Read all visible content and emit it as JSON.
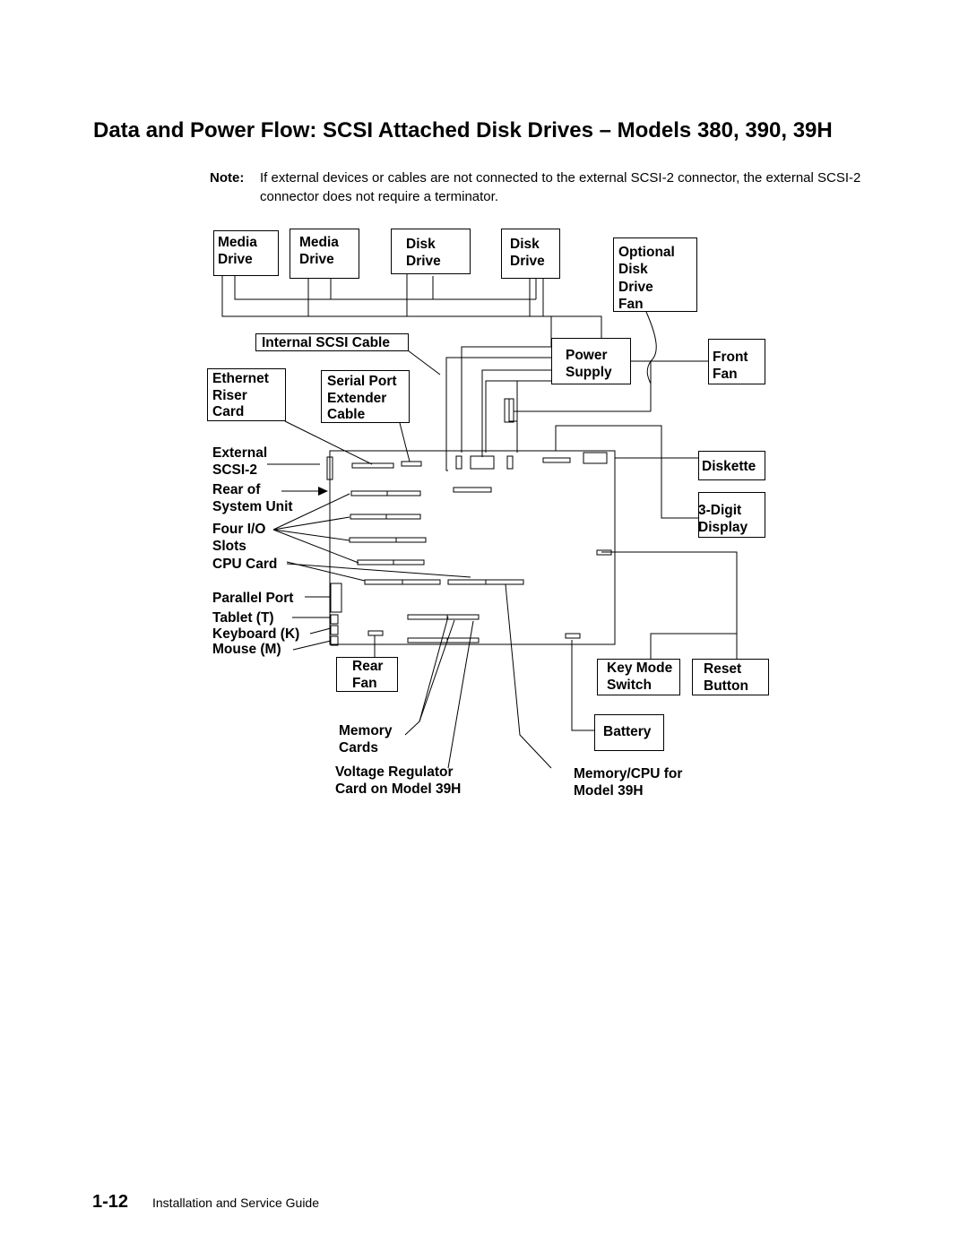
{
  "title": "Data and Power Flow: SCSI Attached Disk Drives – Models 380, 390, 39H",
  "note": {
    "label": "Note:",
    "text": "If external devices or cables are not connected to the external SCSI-2 connector, the external SCSI-2 connector does not require a terminator."
  },
  "labels": {
    "media_drive_1": "Media\nDrive",
    "media_drive_2": "Media\nDrive",
    "disk_drive_1": "Disk\nDrive",
    "disk_drive_2": "Disk\nDrive",
    "optional_fan": "Optional\nDisk\nDrive\nFan",
    "internal_scsi_cable": "Internal SCSI Cable",
    "power_supply": "Power\nSupply",
    "front_fan": "Front\nFan",
    "ethernet_riser": "Ethernet\nRiser\nCard",
    "serial_port_extender": "Serial Port\nExtender\nCable",
    "external_scsi": "External\nSCSI-2",
    "diskette": "Diskette",
    "rear_of_system": "Rear of\nSystem Unit",
    "three_digit_display": "3-Digit\nDisplay",
    "four_io_slots": "Four I/O\nSlots",
    "cpu_card": "CPU Card",
    "parallel_port": "Parallel Port",
    "tablet": "Tablet (T)",
    "keyboard": "Keyboard (K)",
    "mouse": "Mouse (M)",
    "rear_fan": "Rear\nFan",
    "key_mode_switch": "Key Mode\nSwitch",
    "reset_button": "Reset\nButton",
    "battery": "Battery",
    "memory_cards": "Memory\nCards",
    "voltage_regulator": "Voltage Regulator\nCard on Model 39H",
    "memory_cpu": "Memory/CPU for\nModel 39H"
  },
  "footer": {
    "page_number": "1-12",
    "text": "Installation and Service Guide"
  }
}
